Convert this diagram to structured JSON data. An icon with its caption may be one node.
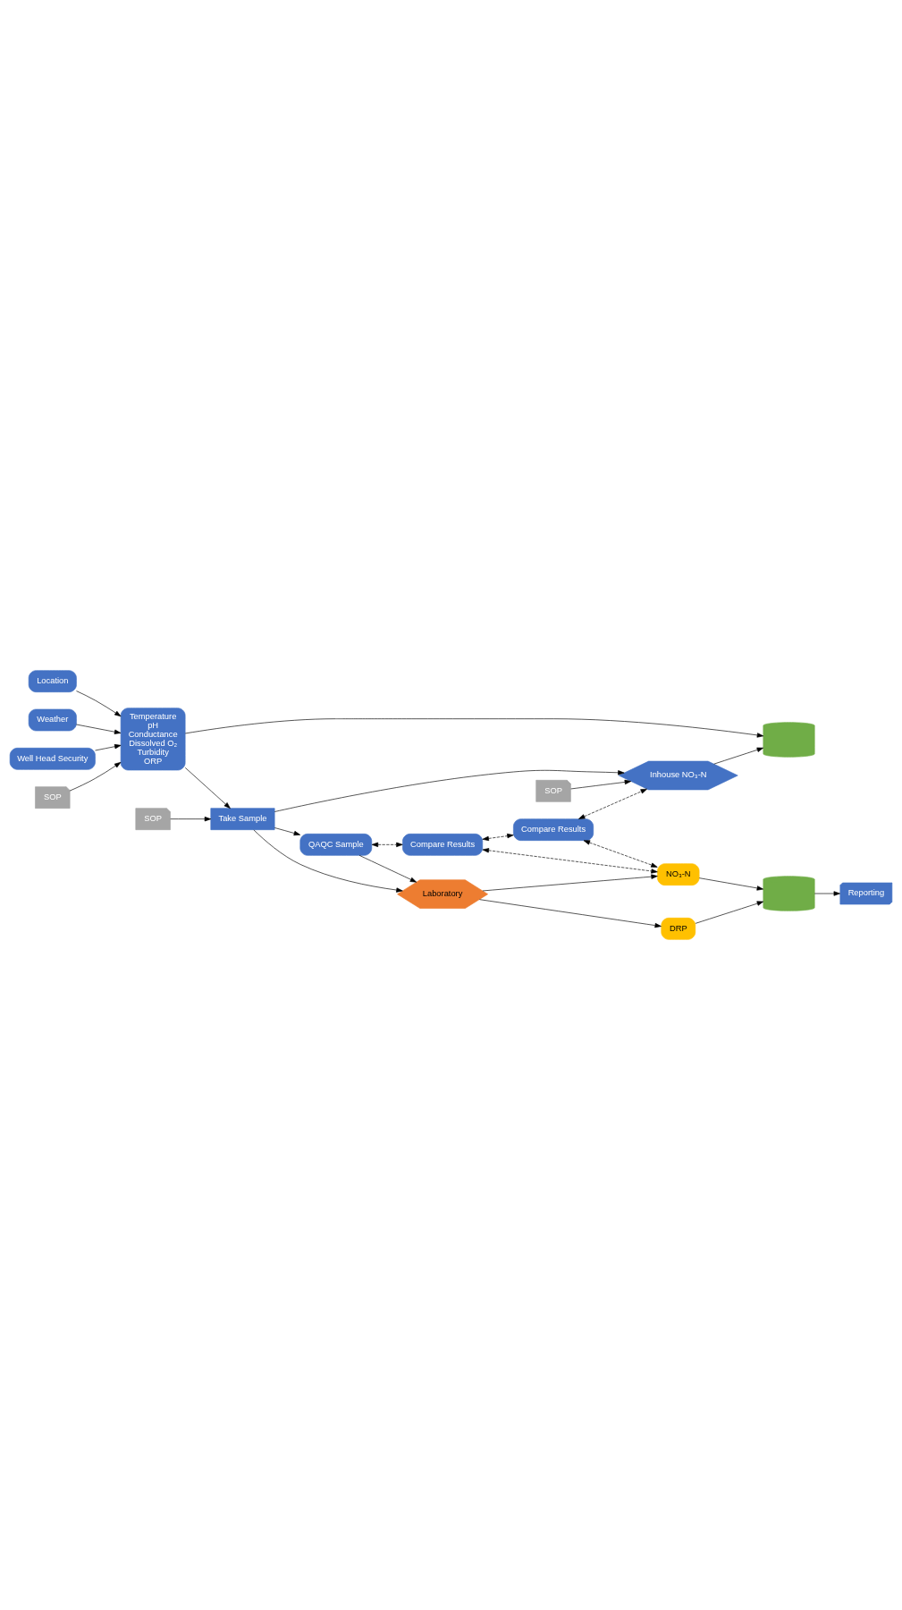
{
  "diagram": {
    "nodes": [
      {
        "text": [
          "Location"
        ]
      },
      {
        "text": [
          "Weather"
        ]
      },
      {
        "text": [
          "Well Head Security"
        ]
      },
      {
        "text": [
          "Temperature",
          "pH",
          "Conductance",
          "Dissolved O₂",
          "Turbidity",
          "ORP"
        ]
      },
      {
        "text": [
          "SOP"
        ]
      },
      {
        "text": [],
        "shape": "cylinder"
      },
      {
        "text": [
          "Take Sample"
        ]
      },
      {
        "text": [
          "SOP"
        ]
      },
      {
        "text": [
          "Inhouse NO₃-N"
        ]
      },
      {
        "text": [
          "SOP"
        ]
      },
      {
        "text": [
          "QAQC Sample"
        ]
      },
      {
        "text": [
          "Laboratory"
        ]
      },
      {
        "text": [
          "Compare Results"
        ]
      },
      {
        "text": [
          "Compare Results"
        ]
      },
      {
        "text": [
          "DRP"
        ]
      },
      {
        "text": [
          "NO₃-N"
        ]
      },
      {
        "text": [],
        "shape": "cylinder"
      },
      {
        "text": [
          "Reporting"
        ]
      }
    ],
    "edges": [
      {
        "from": 0,
        "to": 3,
        "arrow": "to"
      },
      {
        "from": 1,
        "to": 3,
        "arrow": "to"
      },
      {
        "from": 2,
        "to": 3,
        "arrow": "to"
      },
      {
        "from": 4,
        "to": 3,
        "arrow": "to"
      },
      {
        "from": 3,
        "to": 6,
        "arrow": "to"
      },
      {
        "from": 3,
        "to": 5,
        "arrow": "to"
      },
      {
        "from": 7,
        "to": 6,
        "arrow": "to"
      },
      {
        "from": 6,
        "to": 8,
        "arrow": "to"
      },
      {
        "from": 9,
        "to": 8,
        "arrow": "to"
      },
      {
        "from": 8,
        "to": 5,
        "arrow": "to"
      },
      {
        "from": 6,
        "to": 10,
        "arrow": "to"
      },
      {
        "from": 6,
        "to": 11,
        "arrow": "to"
      },
      {
        "from": 10,
        "to": 11,
        "arrow": "to"
      },
      {
        "from": 11,
        "to": 14,
        "arrow": "to"
      },
      {
        "from": 11,
        "to": 15,
        "arrow": "to"
      },
      {
        "from": 14,
        "to": 16,
        "arrow": "to"
      },
      {
        "from": 15,
        "to": 16,
        "arrow": "to"
      },
      {
        "from": 16,
        "to": 17,
        "arrow": "to"
      },
      {
        "from": 10,
        "to": 12,
        "arrow": "both",
        "style": "dashed"
      },
      {
        "from": 12,
        "to": 13,
        "arrow": "both",
        "style": "dashed"
      },
      {
        "from": 13,
        "to": 8,
        "arrow": "both",
        "style": "dashed"
      },
      {
        "from": 12,
        "to": 15,
        "arrow": "both",
        "style": "dashed"
      },
      {
        "from": 13,
        "to": 15,
        "arrow": "both",
        "style": "dashed"
      }
    ]
  }
}
